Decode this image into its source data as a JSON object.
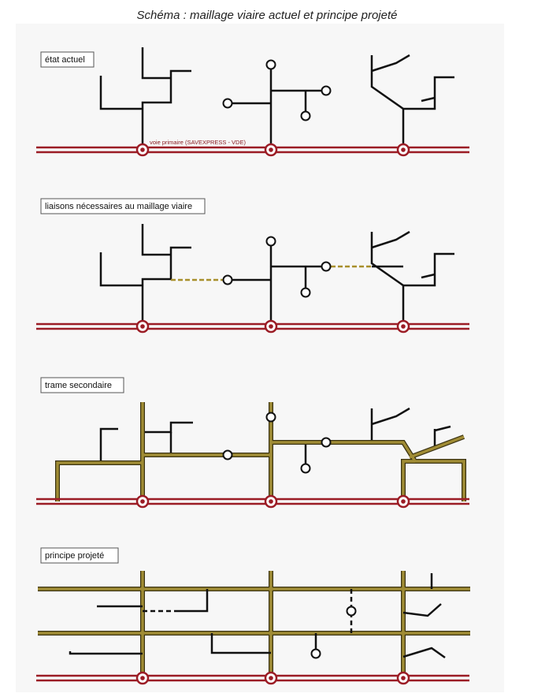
{
  "title": "Schéma : maillage viaire actuel et principe projeté",
  "panels": [
    {
      "label": "état actuel"
    },
    {
      "label": "liaisons nécessaires au maillage viaire"
    },
    {
      "label": "trame secondaire"
    },
    {
      "label": "principe projeté"
    }
  ],
  "primary_road_label": "voie primaire (SAVEXPRESS - VDE)",
  "colors": {
    "primary_road": "#9b1c25",
    "existing_street": "#111111",
    "secondary_grid": "#8c7a2c",
    "missing_link": "#a8902c"
  }
}
